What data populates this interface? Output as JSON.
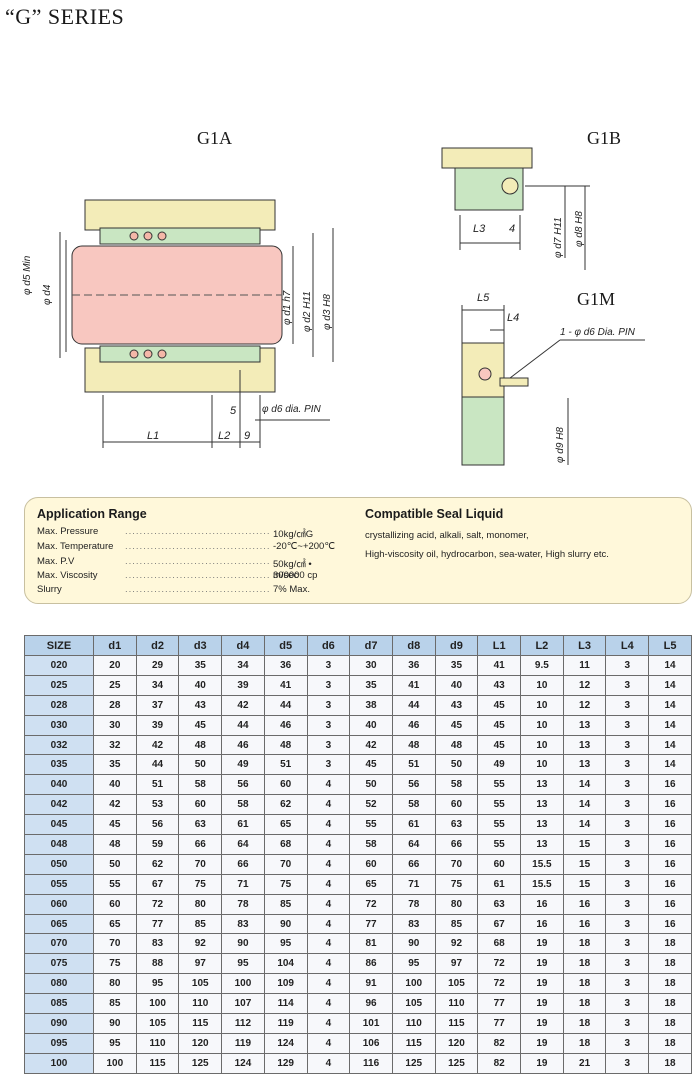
{
  "header": {
    "title": "“G” SERIES"
  },
  "diagrams": {
    "g1a": {
      "title": "G1A",
      "dims": [
        "φ d5 Min",
        "φ d4",
        "φ d1 h7",
        "φ d2 H11",
        "φ d3 H8",
        "5",
        "φ d6 dia. PIN",
        "L1",
        "L2",
        "9"
      ]
    },
    "g1b": {
      "title": "G1B",
      "dims": [
        "L3",
        "4",
        "φ d7 H11",
        "φ d8 H8"
      ]
    },
    "g1m": {
      "title": "G1M",
      "dims": [
        "L5",
        "L4",
        "1 - φ d6 Dia. PIN",
        "φ d9 H8"
      ]
    }
  },
  "application": {
    "title": "Application Range",
    "rows": [
      {
        "label": "Max. Pressure",
        "value": "10kg/㎠G"
      },
      {
        "label": "Max. Temperature",
        "value": "-20℃~+200℃"
      },
      {
        "label": "Max. P.V",
        "value": "50kg/㎠ • m/sec"
      },
      {
        "label": "Max. Viscosity",
        "value": "300000 cp"
      },
      {
        "label": "Slurry",
        "value": "7% Max."
      }
    ]
  },
  "compatible": {
    "title": "Compatible Seal Liquid",
    "lines": [
      "crystallizing acid, alkali, salt, monomer,",
      "High-viscosity oil, hydrocarbon, sea-water, High slurry etc."
    ]
  },
  "table": {
    "headers": [
      "SIZE",
      "d1",
      "d2",
      "d3",
      "d4",
      "d5",
      "d6",
      "d7",
      "d8",
      "d9",
      "L1",
      "L2",
      "L3",
      "L4",
      "L5"
    ],
    "rows": [
      [
        "020",
        "20",
        "29",
        "35",
        "34",
        "36",
        "3",
        "30",
        "36",
        "35",
        "41",
        "9.5",
        "11",
        "3",
        "14"
      ],
      [
        "025",
        "25",
        "34",
        "40",
        "39",
        "41",
        "3",
        "35",
        "41",
        "40",
        "43",
        "10",
        "12",
        "3",
        "14"
      ],
      [
        "028",
        "28",
        "37",
        "43",
        "42",
        "44",
        "3",
        "38",
        "44",
        "43",
        "45",
        "10",
        "12",
        "3",
        "14"
      ],
      [
        "030",
        "30",
        "39",
        "45",
        "44",
        "46",
        "3",
        "40",
        "46",
        "45",
        "45",
        "10",
        "13",
        "3",
        "14"
      ],
      [
        "032",
        "32",
        "42",
        "48",
        "46",
        "48",
        "3",
        "42",
        "48",
        "48",
        "45",
        "10",
        "13",
        "3",
        "14"
      ],
      [
        "035",
        "35",
        "44",
        "50",
        "49",
        "51",
        "3",
        "45",
        "51",
        "50",
        "49",
        "10",
        "13",
        "3",
        "14"
      ],
      [
        "040",
        "40",
        "51",
        "58",
        "56",
        "60",
        "4",
        "50",
        "56",
        "58",
        "55",
        "13",
        "14",
        "3",
        "16"
      ],
      [
        "042",
        "42",
        "53",
        "60",
        "58",
        "62",
        "4",
        "52",
        "58",
        "60",
        "55",
        "13",
        "14",
        "3",
        "16"
      ],
      [
        "045",
        "45",
        "56",
        "63",
        "61",
        "65",
        "4",
        "55",
        "61",
        "63",
        "55",
        "13",
        "14",
        "3",
        "16"
      ],
      [
        "048",
        "48",
        "59",
        "66",
        "64",
        "68",
        "4",
        "58",
        "64",
        "66",
        "55",
        "13",
        "15",
        "3",
        "16"
      ],
      [
        "050",
        "50",
        "62",
        "70",
        "66",
        "70",
        "4",
        "60",
        "66",
        "70",
        "60",
        "15.5",
        "15",
        "3",
        "16"
      ],
      [
        "055",
        "55",
        "67",
        "75",
        "71",
        "75",
        "4",
        "65",
        "71",
        "75",
        "61",
        "15.5",
        "15",
        "3",
        "16"
      ],
      [
        "060",
        "60",
        "72",
        "80",
        "78",
        "85",
        "4",
        "72",
        "78",
        "80",
        "63",
        "16",
        "16",
        "3",
        "16"
      ],
      [
        "065",
        "65",
        "77",
        "85",
        "83",
        "90",
        "4",
        "77",
        "83",
        "85",
        "67",
        "16",
        "16",
        "3",
        "16"
      ],
      [
        "070",
        "70",
        "83",
        "92",
        "90",
        "95",
        "4",
        "81",
        "90",
        "92",
        "68",
        "19",
        "18",
        "3",
        "18"
      ],
      [
        "075",
        "75",
        "88",
        "97",
        "95",
        "104",
        "4",
        "86",
        "95",
        "97",
        "72",
        "19",
        "18",
        "3",
        "18"
      ],
      [
        "080",
        "80",
        "95",
        "105",
        "100",
        "109",
        "4",
        "91",
        "100",
        "105",
        "72",
        "19",
        "18",
        "3",
        "18"
      ],
      [
        "085",
        "85",
        "100",
        "110",
        "107",
        "114",
        "4",
        "96",
        "105",
        "110",
        "77",
        "19",
        "18",
        "3",
        "18"
      ],
      [
        "090",
        "90",
        "105",
        "115",
        "112",
        "119",
        "4",
        "101",
        "110",
        "115",
        "77",
        "19",
        "18",
        "3",
        "18"
      ],
      [
        "095",
        "95",
        "110",
        "120",
        "119",
        "124",
        "4",
        "106",
        "115",
        "120",
        "82",
        "19",
        "18",
        "3",
        "18"
      ],
      [
        "100",
        "100",
        "115",
        "125",
        "124",
        "129",
        "4",
        "116",
        "125",
        "125",
        "82",
        "19",
        "21",
        "3",
        "18"
      ]
    ]
  }
}
